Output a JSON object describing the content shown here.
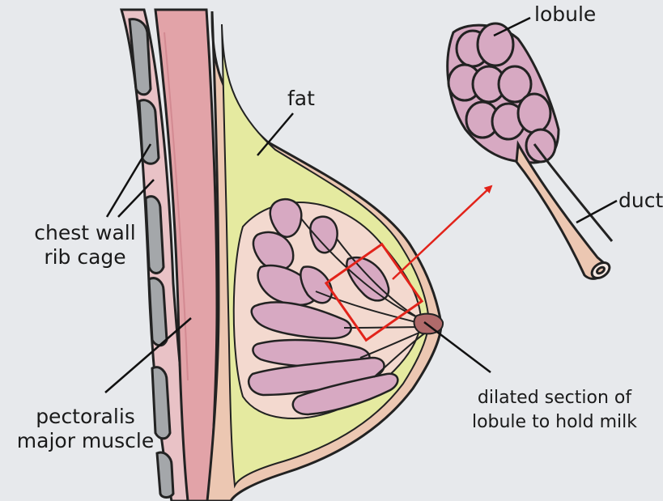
{
  "labels": {
    "lobule": "lobule",
    "fat": "fat",
    "duct": "duct",
    "chest_wall_line1": "chest wall",
    "chest_wall_line2": "rib cage",
    "pectoralis_line1": "pectoralis",
    "pectoralis_line2": "major muscle",
    "dilated_line1": "dilated section of",
    "dilated_line2": "lobule to hold milk"
  },
  "colors": {
    "background": "#e7e9ec",
    "outline": "#222222",
    "fat": "#e5eaa0",
    "lobule": "#d7a9c2",
    "lobule_dark": "#c88cab",
    "muscle": "#e2a3a8",
    "skin": "#ecc7b2",
    "rib": "#a4a7aa",
    "highlight": "#e2231a"
  }
}
